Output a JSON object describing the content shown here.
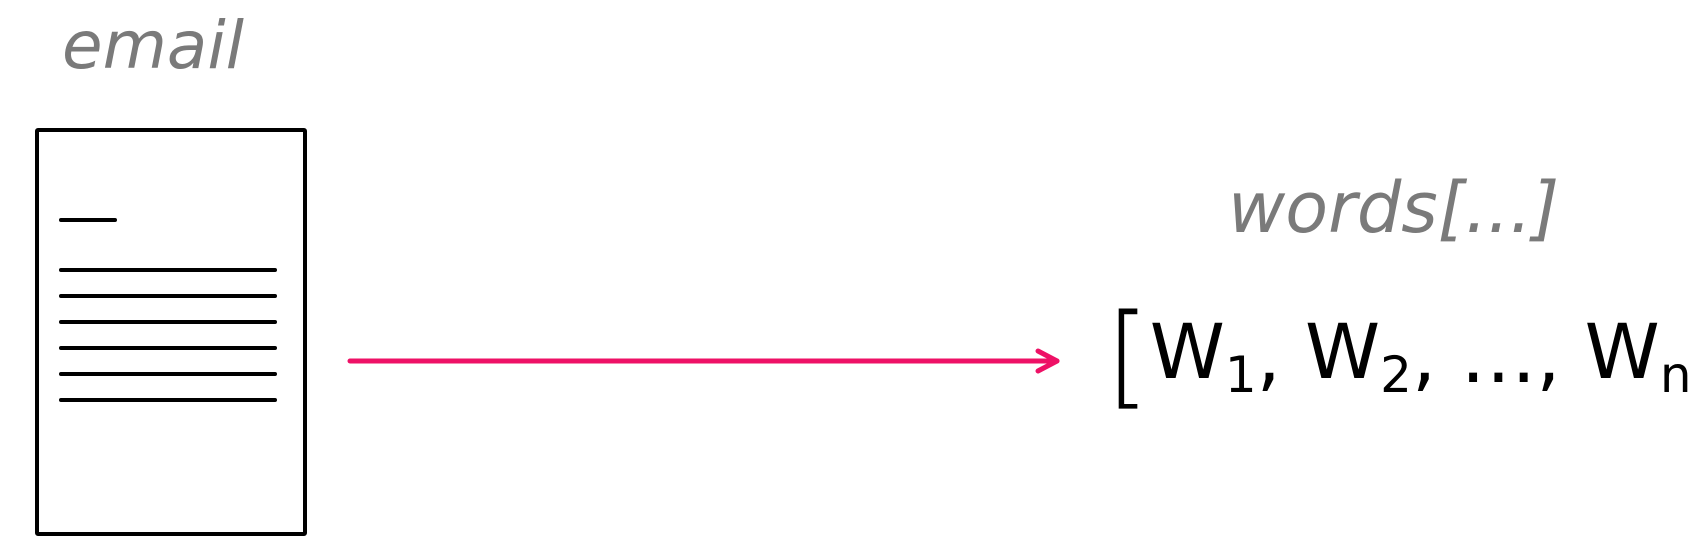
{
  "labels": {
    "email": "email",
    "words": "words[...]"
  },
  "word_list": {
    "open_bracket": "[",
    "close_bracket": "]",
    "items": [
      {
        "base": "W",
        "sub": "1"
      },
      {
        "base": "W",
        "sub": "2"
      },
      {
        "base": "W",
        "sub": "n"
      }
    ],
    "comma": ",",
    "ellipsis": "…"
  },
  "colors": {
    "label_gray": "#7a7a7a",
    "arrow": "#ee1166",
    "ink": "#000000"
  },
  "icons": {
    "document": "document-icon",
    "arrow": "arrow-right-icon"
  }
}
